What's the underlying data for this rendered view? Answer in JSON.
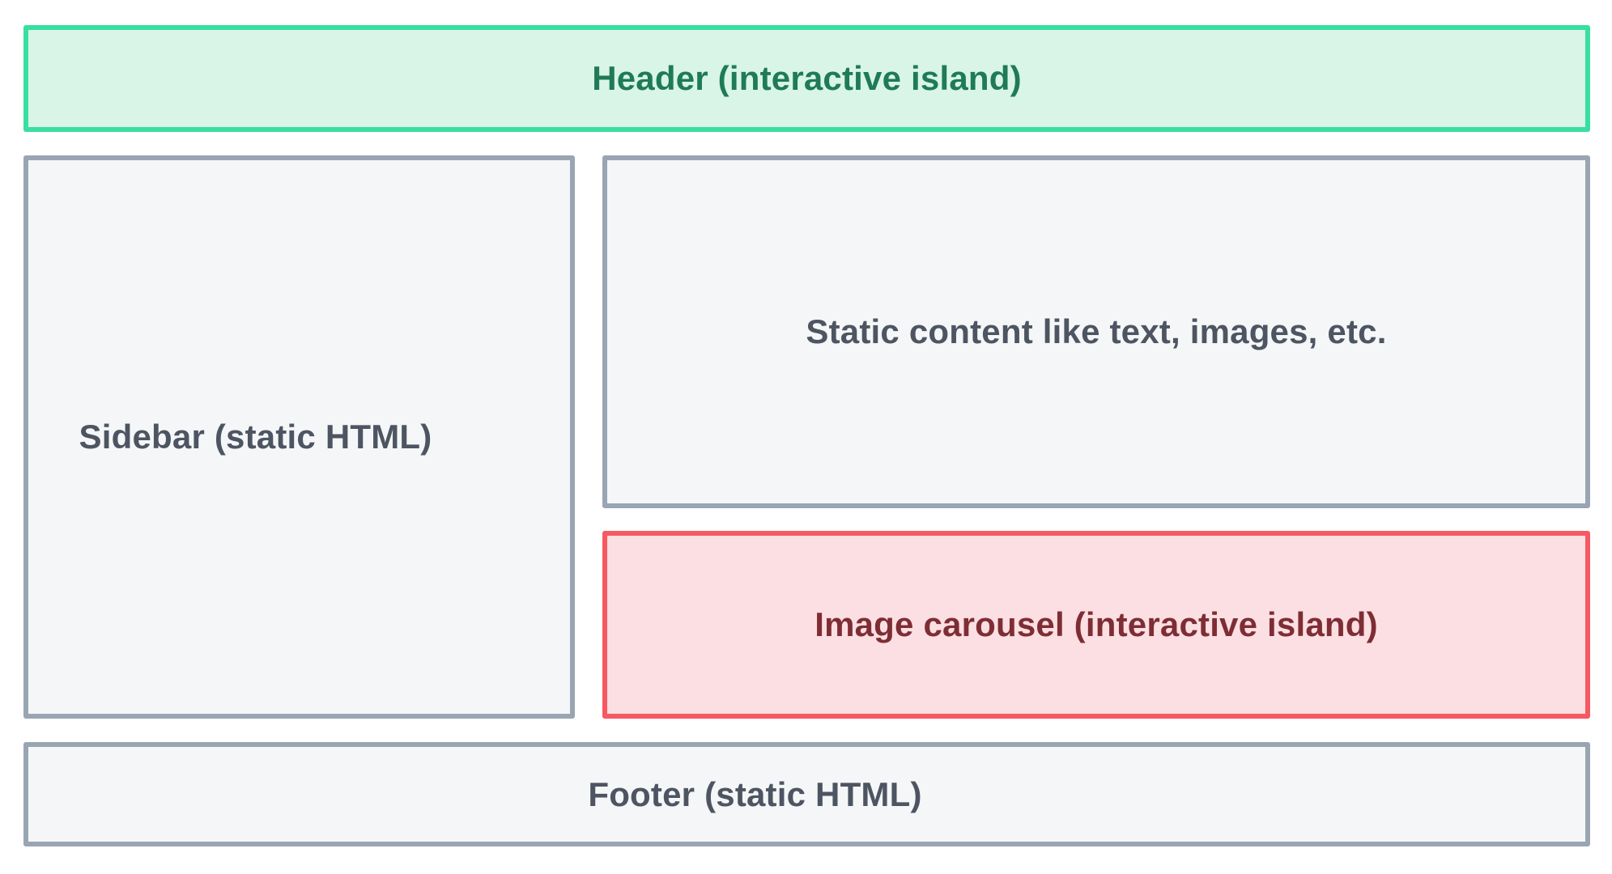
{
  "diagram": {
    "header": {
      "label": "Header (interactive island)"
    },
    "sidebar": {
      "label": "Sidebar (static HTML)"
    },
    "static_content": {
      "label": "Static content like text, images, etc."
    },
    "carousel": {
      "label": "Image carousel (interactive island)"
    },
    "footer": {
      "label": "Footer (static HTML)"
    }
  },
  "colors": {
    "page_bg": "#ffffff",
    "header_bg": "#d8f5e8",
    "header_border": "#38dfa0",
    "header_text": "#1f7a58",
    "static_bg": "#f5f6f7",
    "static_border": "#9aa5b3",
    "static_text": "#4d5562",
    "island_bg": "#fcdfe2",
    "island_border": "#f65961",
    "island_text": "#7e2d35"
  }
}
